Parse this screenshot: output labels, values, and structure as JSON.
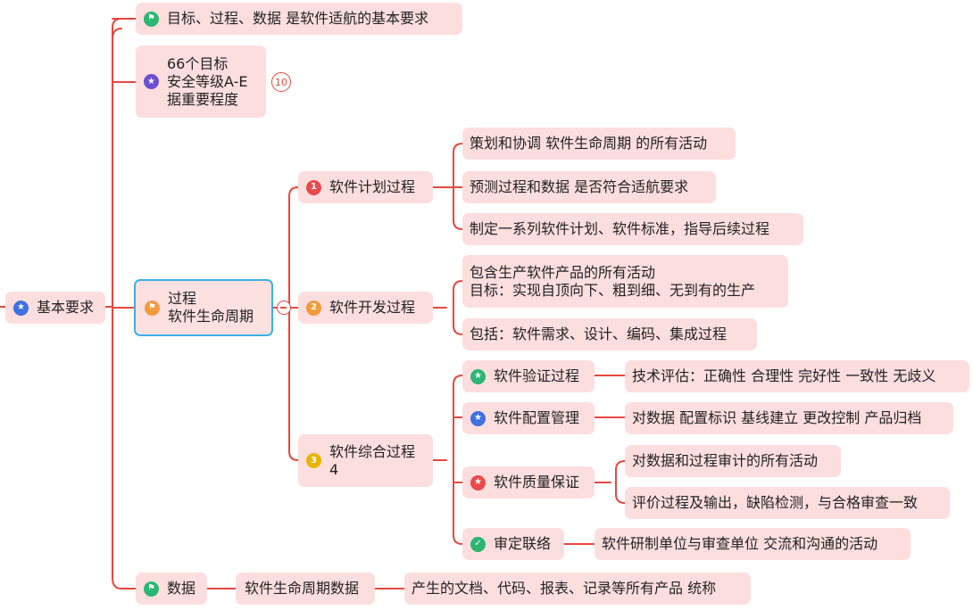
{
  "colors": {
    "line": "#e8473f",
    "node_bg": "#fddede",
    "center_border": "#3bb0e8"
  },
  "root": {
    "label": "基本要求",
    "icon": "star-icon"
  },
  "goal": {
    "label": "目标、过程、数据 是软件适航的基本要求",
    "icon": "flag-icon"
  },
  "targets": {
    "lines": [
      "66个目标",
      "安全等级A-E",
      "据重要程度"
    ],
    "icon": "star-icon",
    "badge": "10"
  },
  "center": {
    "lines": [
      "过程",
      "软件生命周期"
    ],
    "icon": "flag-icon"
  },
  "plan": {
    "label": "软件计划过程",
    "number": "1",
    "items": [
      "策划和协调 软件生命周期 的所有活动",
      "预测过程和数据 是否符合适航要求",
      "制定一系列软件计划、软件标准，指导后续过程"
    ]
  },
  "dev": {
    "label": "软件开发过程",
    "number": "2",
    "item1": [
      "包含生产软件产品的所有活动",
      "目标：实现自顶向下、粗到细、无到有的生产"
    ],
    "item2": "包括：软件需求、设计、编码、集成过程"
  },
  "integ": {
    "lines": [
      "软件综合过程",
      "4"
    ],
    "number": "3",
    "verify": {
      "label": "软件验证过程",
      "detail": "技术评估：正确性 合理性 完好性 一致性 无歧义"
    },
    "config": {
      "label": "软件配置管理",
      "detail": "对数据 配置标识 基线建立 更改控制 产品归档"
    },
    "quality": {
      "label": "软件质量保证",
      "details": [
        "对数据和过程审计的所有活动",
        "评价过程及输出，缺陷检测，与合格审查一致"
      ]
    },
    "liaison": {
      "label": "审定联络",
      "detail": "软件研制单位与审查单位 交流和沟通的活动"
    }
  },
  "data": {
    "label": "数据",
    "icon": "flag-icon",
    "lifecycle": "软件生命周期数据",
    "desc": "产生的文档、代码、报表、记录等所有产品 统称"
  }
}
